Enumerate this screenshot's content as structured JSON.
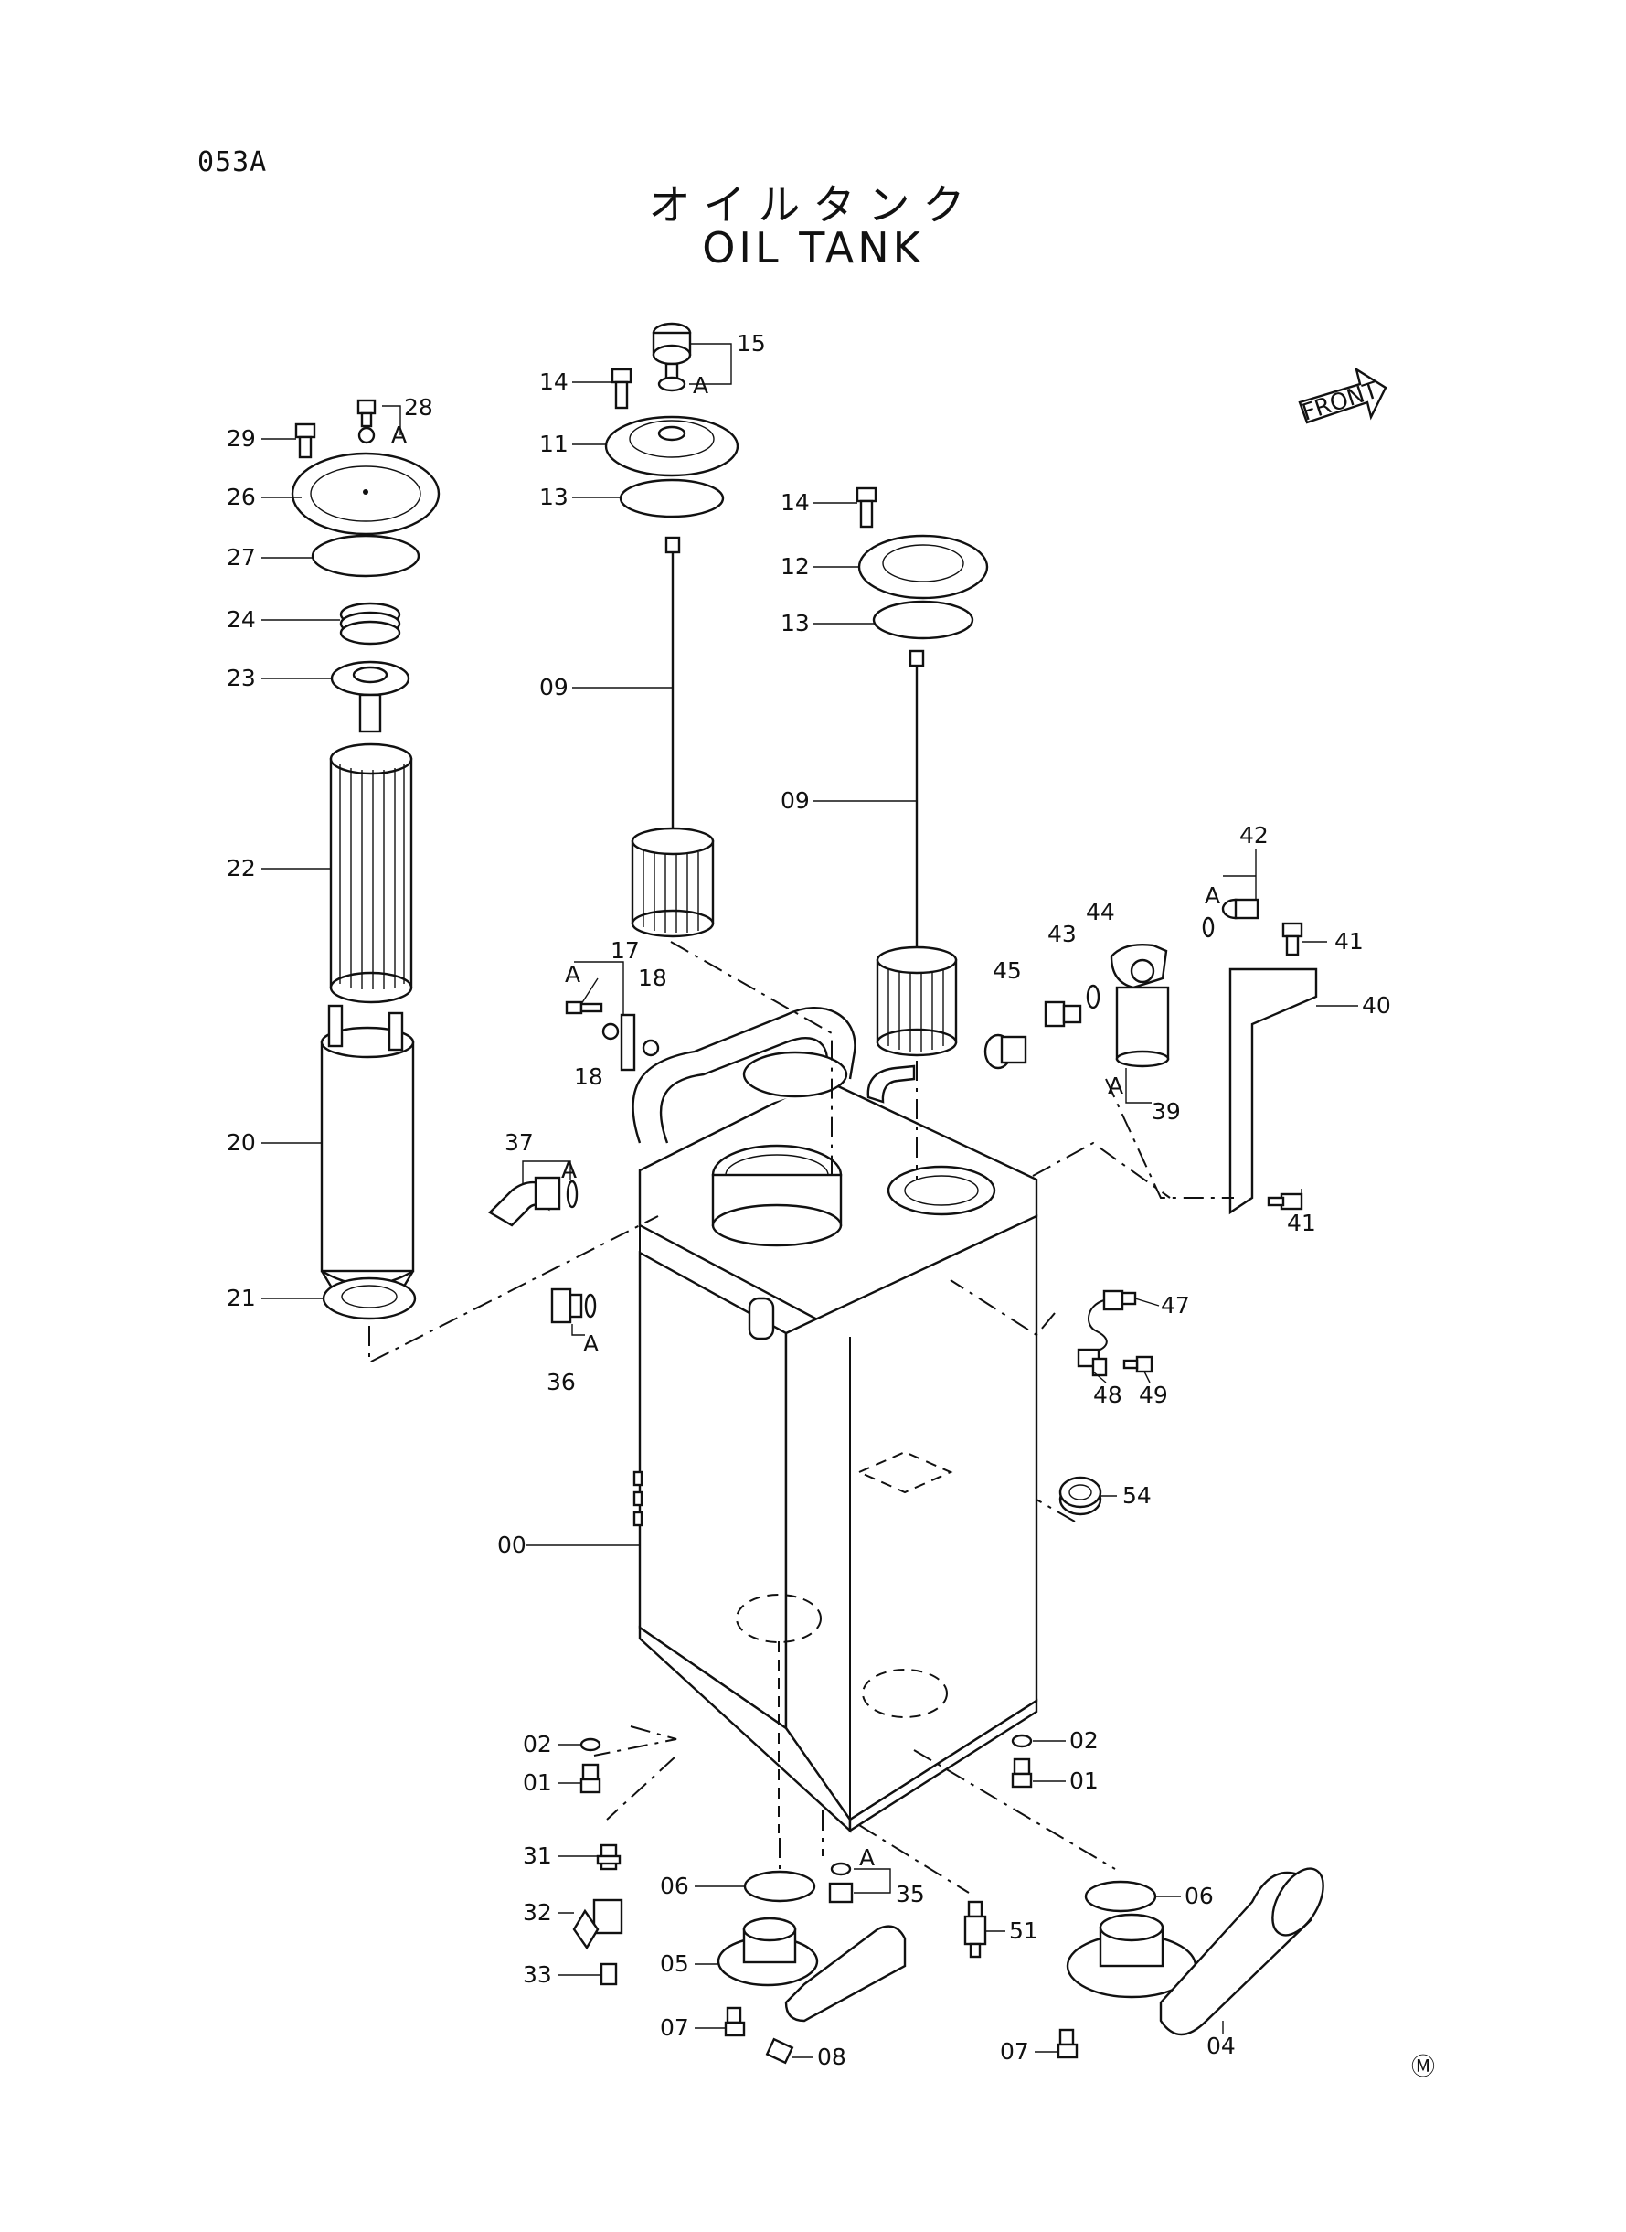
{
  "page_code": "053A",
  "title_jp": "オイルタンク",
  "title_en": "OIL TANK",
  "front_label": "FRONT",
  "circled_mark": "Ⓜ",
  "callouts": {
    "c00": "00",
    "c01a": "01",
    "c01b": "01",
    "c02a": "02",
    "c02b": "02",
    "c04": "04",
    "c05": "05",
    "c06a": "06",
    "c06b": "06",
    "c07a": "07",
    "c07b": "07",
    "c08": "08",
    "c09a": "09",
    "c09b": "09",
    "c11": "11",
    "c12": "12",
    "c13a": "13",
    "c13b": "13",
    "c14a": "14",
    "c14b": "14",
    "c15": "15",
    "c17": "17",
    "c18a": "18",
    "c18b": "18",
    "c20": "20",
    "c21": "21",
    "c22": "22",
    "c23": "23",
    "c24": "24",
    "c26": "26",
    "c27": "27",
    "c28": "28",
    "c29": "29",
    "c31": "31",
    "c32": "32",
    "c33": "33",
    "c35": "35",
    "c36": "36",
    "c37": "37",
    "c39": "39",
    "c40": "40",
    "c41a": "41",
    "c41b": "41",
    "c42": "42",
    "c43": "43",
    "c44": "44",
    "c45": "45",
    "c47": "47",
    "c48": "48",
    "c49": "49",
    "c51": "51",
    "c54": "54"
  },
  "subassembly_mark": "A"
}
